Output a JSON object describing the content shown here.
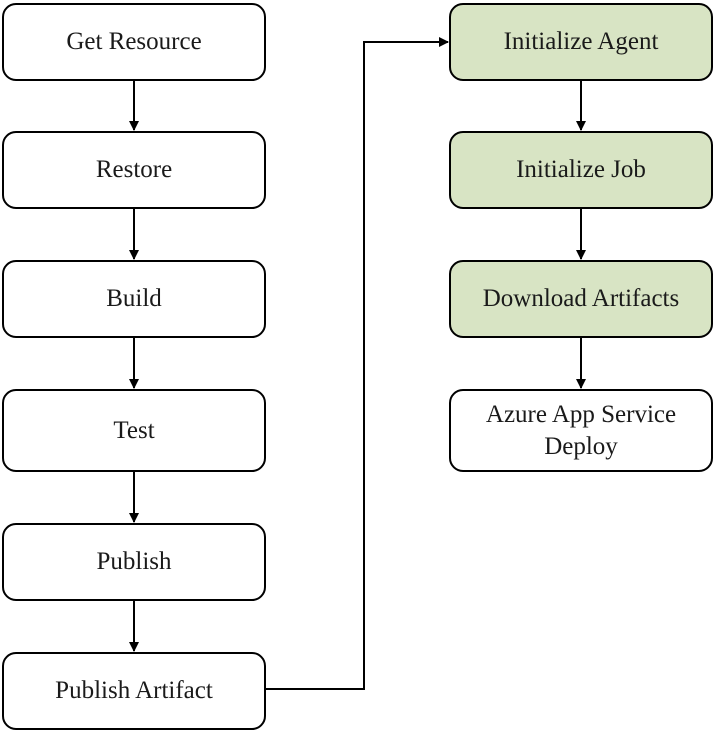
{
  "colors": {
    "active_fill": "#d8e4c4",
    "default_fill": "#ffffff",
    "stroke": "#000000"
  },
  "build_pipeline": {
    "steps": [
      {
        "label": "Get Resource"
      },
      {
        "label": "Restore"
      },
      {
        "label": "Build"
      },
      {
        "label": "Test"
      },
      {
        "label": "Publish"
      },
      {
        "label": "Publish Artifact"
      }
    ]
  },
  "release_pipeline": {
    "steps": [
      {
        "label": "Initialize Agent",
        "highlighted": true
      },
      {
        "label": "Initialize Job",
        "highlighted": true
      },
      {
        "label": "Download Artifacts",
        "highlighted": true
      },
      {
        "label": "Azure App Service Deploy",
        "highlighted": false
      }
    ]
  }
}
